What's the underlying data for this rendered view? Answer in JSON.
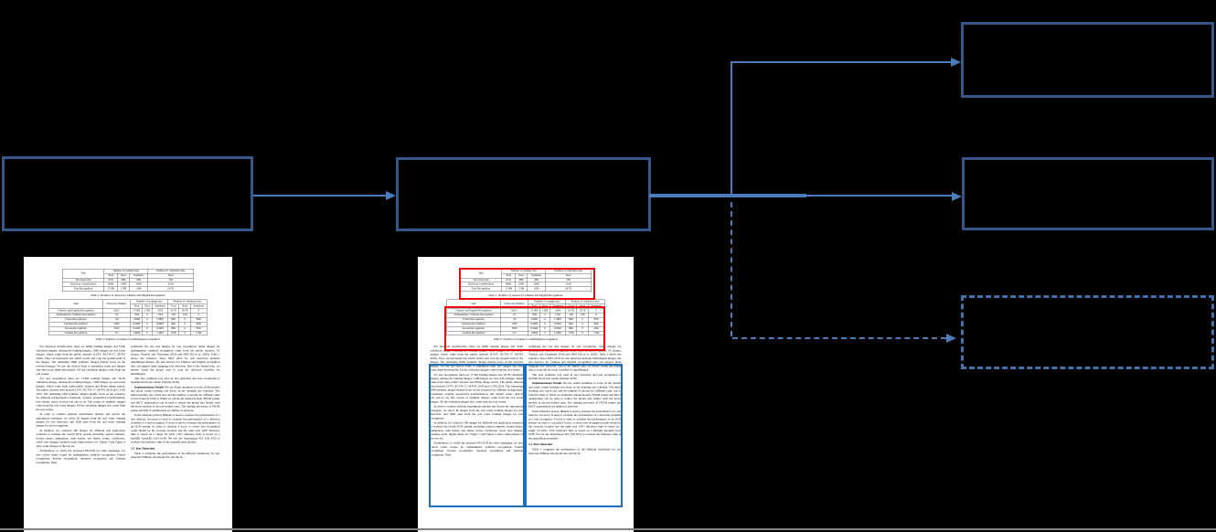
{
  "colors": {
    "flow_box_border": "#35578A",
    "flow_dashed_border": "#4471A8",
    "connector_line": "#4E7CBA",
    "table_highlight_red": "#EE0B0B",
    "column_highlight_blue": "#1D6FBE",
    "canvas_background": "#000000",
    "page_background": "#FFFFFF"
  },
  "paper_page": {
    "table1": {
      "header_row1": [
        {
          "label": "Task",
          "rowspan": 2
        },
        {
          "label": "Number of training data",
          "colspan": 3
        },
        {
          "label": "Number of validation data",
          "colspan": 1
        }
      ],
      "header_row2": [
        "Total",
        "Real",
        "Synthesis",
        "Real"
      ],
      "rows": [
        [
          "Text Detection",
          "97K",
          "68K",
          "29K",
          "500"
        ],
        [
          "Direction Classification",
          "600K",
          "100K",
          "500K",
          "310K"
        ],
        [
          "Text Recognition",
          "17.9M",
          "1.9M",
          "16M",
          "18.7K"
        ]
      ]
    },
    "caption1": "Table 1: Statistics of dataset for Chinese and English Recognition.",
    "table2": {
      "header_row1": [
        {
          "label": "Task",
          "rowspan": 2
        },
        {
          "label": "Character Number",
          "rowspan": 2
        },
        {
          "label": "Number of training data",
          "colspan": 3
        },
        {
          "label": "Number of validation data",
          "colspan": 3
        }
      ],
      "header_row2": [
        "Total",
        "Real",
        "Synthesis",
        "Total",
        "Real",
        "Synthesis"
      ],
      "rows": [
        [
          "Chinese and English Recognition",
          "6622",
          "17.9M",
          "1.9M",
          "16M",
          "18.7K",
          "18.7K",
          "0"
        ],
        [
          "Alphanumeric Symbols Recognition",
          "63",
          "15M",
          "0",
          "15M",
          "12K",
          "12K",
          "0"
        ],
        [
          "French Recognition",
          "118",
          "1.08M",
          "0",
          "1.08M",
          "80K",
          "0",
          "80K"
        ],
        [
          "Japanese Recognition",
          "4399",
          "0.99M",
          "0",
          "0.99M",
          "80K",
          "0",
          "80K"
        ],
        [
          "Korean Recognition",
          "3636",
          "0.94M",
          "0",
          "0.94M",
          "80K",
          "0",
          "80K"
        ],
        [
          "German Recognition",
          "131",
          "1.96M",
          "0",
          "1.96M",
          "170K",
          "0",
          "170K"
        ]
      ]
    },
    "caption2": "Table 2: Statistics of dataset for multilingual recognition.",
    "left_column": [
      {
        "style": "p",
        "text": "For direction classification, there are 600K training images and 310K validation images. Among the training images, 100K images are real scene images, which come from the public datasets (LSVT, RCTW-17, MTWI 2018). They are horizontal text which rectify and crop the ground truth of the images. The remaining 500K synthetic images mainly focus on the reversed images. We use the vertical fonts to synthesize some text images and then rotate them horizontally. All the validation images come from the real scenes."
      },
      {
        "style": "p",
        "text": "For text recognition, there are 17.9M training images and 18.7K validation images. Among the training images, 1.9M images are real scene images, which come from some public datasets and Baidu image search. The public datasets used include LSVT, RCTW-17, MTWI 2018 and CCPD 2019. The remaining 16M synthetic images mainly focus on the scenarios for different backgrounds, translation, rotation, perspective transformation, line disturb, noise, vertical text and so on. The corpus of synthetic images come from the real scene images. All the validation images also come from the real scenes."
      },
      {
        "style": "p",
        "text": "In order to conduct ablation experiments quickly and choose the appropriate strategies, we select 4k images from the real scene training images for text detection, and 300k ones from the real scene training images for text recognition."
      },
      {
        "style": "p",
        "text": "In addition, we collected 300 images for different real application scenarios to evaluate the overall OCR system, including contract samples, license plates, nameplates, train tickets, test sheets, forms, certificates, street view images, business cards, digital meter, etc. Figure 3 and Figure 4 show some images of the test set."
      },
      {
        "style": "p",
        "text": "Furthermore, to verify the proposed PP-OCR for other languages, we also collect some corpus for alphanumeric symbols recognition, French recognition, Korean recognition, Japanese recognition and German recognition. Then"
      }
    ],
    "right_column": [
      {
        "style": "p",
        "noindent": true,
        "text": "synthesize the text line images for text recognition. Some images for alphanumeric symbols recognition come from the public datasets, ST (Gupta, Vedaldi, and Zisserman 2016) and SRN (Yu et al. 2020). Table 2 shows the statistics. Since MLT 2019 for text detection includes multilingual images, the text detector for Chinese and English recognition also can support multi language text detection. Due to the limited data, we haven't found the proper data to train the direction classifier for multilingual."
      },
      {
        "style": "p",
        "text": "The data synthesis tool used in text detection and text recognition is modified from text render (Sanster 2018)."
      },
      {
        "style": "p",
        "lead": "Implementation Details",
        "text": "We use Adam optimizer to train all the models and adopt cosine learning rate decay as the learning rate schedule. The initial learning rate, batch size and the number of epochs for different tasks can be found in Table 4. When we obtain the trained models, FPGM pruner and PACT quantization can be used to reduce the model size further with the above models as the pre-trained ones. The training processes of FPGM pruner and PACT quantization are similar as previous."
      },
      {
        "style": "p",
        "text": "In the inference period, HMean is used to evaluate the performance of a text detector. Accuracy is used to evaluate the performance of a direction classifier or a text recognizer. F-score is used to evaluate the performance of an OCR system. In order to calculate F-score, a correct text recognition result should be the accurate location and the same text. GPU inference time is tested on a single T4 GPU. CPU inference time is tested on a Intel(R) Xeon(R) Gold 6148. We use the Snapdragon 855 (SD 855) to evaluate the inference time of the quantification models."
      },
      {
        "style": "h",
        "text": "3.2   Text Detection"
      },
      {
        "style": "p",
        "text": "Table 5 compares the performance of the different backbones for text detection. HMean, the model size and the in-"
      }
    ]
  }
}
